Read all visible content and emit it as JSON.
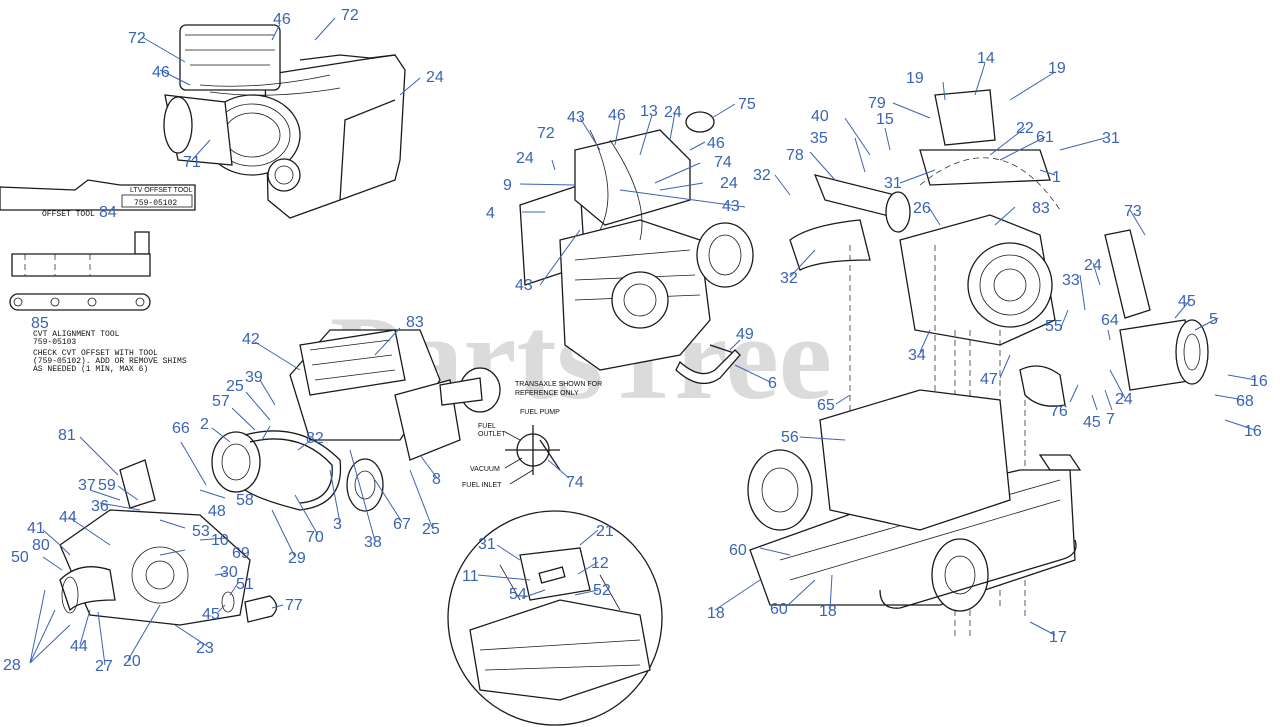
{
  "watermark": "PartsTree",
  "notes": {
    "offset_tool": "OFFSET TOOL",
    "offset_tool_pn": "759-05102",
    "offset_tool_stamp": "LTV OFFSET TOOL",
    "cvt_tool_1": "CVT ALIGNMENT TOOL",
    "cvt_tool_2": "759-05103",
    "check_1": "CHECK CVT OFFSET WITH TOOL",
    "check_2": "(759-05102).  ADD OR REMOVE SHIMS",
    "check_3": "AS NEEDED (1 MIN, MAX 6)",
    "transaxle_1": "TRANSAXLE SHOWN FOR",
    "transaxle_2": "REFERENCE ONLY",
    "fuel_pump": "FUEL PUMP",
    "fuel_outlet_1": "FUEL",
    "fuel_outlet_2": "OUTLET",
    "vacuum": "VACUUM",
    "fuel_inlet": "FUEL INLET"
  },
  "callouts": {
    "c46a": "46",
    "c72a": "72",
    "c72b": "72",
    "c46b": "46",
    "c24a": "24",
    "c71": "71",
    "c84": "84",
    "c85": "85",
    "c43a": "43",
    "c46c": "46",
    "c13": "13",
    "c24b": "24",
    "c75": "75",
    "c72c": "72",
    "c46d": "46",
    "c24c": "24",
    "c74a": "74",
    "c9": "9",
    "c24d": "24",
    "c43b": "43",
    "c4": "4",
    "c43c": "43",
    "c49": "49",
    "c6": "6",
    "c83a": "83",
    "c42": "42",
    "c39": "39",
    "c25a": "25",
    "c57": "57",
    "c66": "66",
    "c2": "2",
    "c82": "82",
    "c81": "81",
    "c37": "37",
    "c59": "59",
    "c36": "36",
    "c48": "48",
    "c58": "58",
    "c53": "53",
    "c44a": "44",
    "c10": "10",
    "c41": "41",
    "c69": "69",
    "c50": "50",
    "c80": "80",
    "c30": "30",
    "c51": "51",
    "c45a": "45",
    "c77": "77",
    "c28": "28",
    "c44b": "44",
    "c27": "27",
    "c20": "20",
    "c23": "23",
    "c29": "29",
    "c70": "70",
    "c3": "3",
    "c38": "38",
    "c67": "67",
    "c25b": "25",
    "c8": "8",
    "c74b": "74",
    "c21": "21",
    "c31a": "31",
    "c12": "12",
    "c11": "11",
    "c54": "54",
    "c52": "52",
    "c14": "14",
    "c19a": "19",
    "c19b": "19",
    "c79": "79",
    "c40": "40",
    "c15": "15",
    "c22": "22",
    "c61": "61",
    "c31b": "31",
    "c35": "35",
    "c78": "78",
    "c31c": "31",
    "c1": "1",
    "c32a": "32",
    "c26": "26",
    "c83b": "83",
    "c73": "73",
    "c32b": "32",
    "c24e": "24",
    "c33": "33",
    "c45b": "45",
    "c5": "5",
    "c55": "55",
    "c64": "64",
    "c34": "34",
    "c47": "47",
    "c16a": "16",
    "c76": "76",
    "c45c": "45",
    "c7": "7",
    "c24f": "24",
    "c68": "68",
    "c65": "65",
    "c16b": "16",
    "c56": "56",
    "c60a": "60",
    "c18a": "18",
    "c60b": "60",
    "c18b": "18",
    "c17": "17"
  }
}
